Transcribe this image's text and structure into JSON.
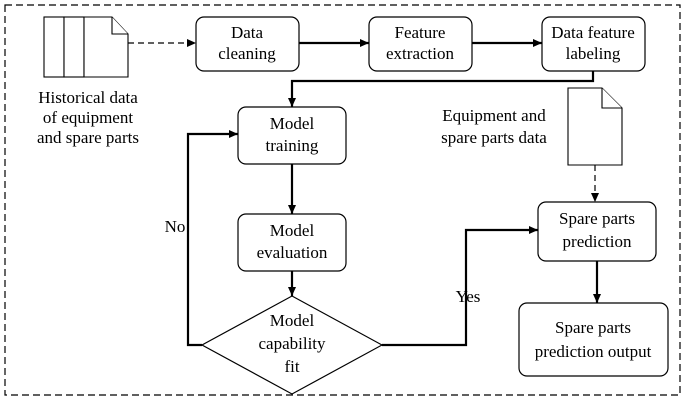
{
  "colors": {
    "stroke": "#000000",
    "fill": "#ffffff",
    "background": "#ffffff"
  },
  "nodes": {
    "historical_data": {
      "label_lines": [
        "Historical data",
        "of equipment",
        "and spare parts"
      ]
    },
    "data_cleaning": {
      "label_lines": [
        "Data",
        "cleaning"
      ]
    },
    "feature_extraction": {
      "label_lines": [
        "Feature",
        "extraction"
      ]
    },
    "data_feature_labeling": {
      "label_lines": [
        "Data feature",
        "labeling"
      ]
    },
    "model_training": {
      "label_lines": [
        "Model",
        "training"
      ]
    },
    "model_evaluation": {
      "label_lines": [
        "Model",
        "evaluation"
      ]
    },
    "model_capability_fit": {
      "label_lines": [
        "Model",
        "capability",
        "fit"
      ]
    },
    "equipment_spare_parts_data": {
      "label_lines": [
        "Equipment and",
        "spare parts data"
      ]
    },
    "spare_parts_prediction": {
      "label_lines": [
        "Spare parts",
        "prediction"
      ]
    },
    "spare_parts_prediction_output": {
      "label_lines": [
        "Spare parts",
        "prediction output"
      ]
    }
  },
  "edges": {
    "no_label": "No",
    "yes_label": "Yes"
  }
}
